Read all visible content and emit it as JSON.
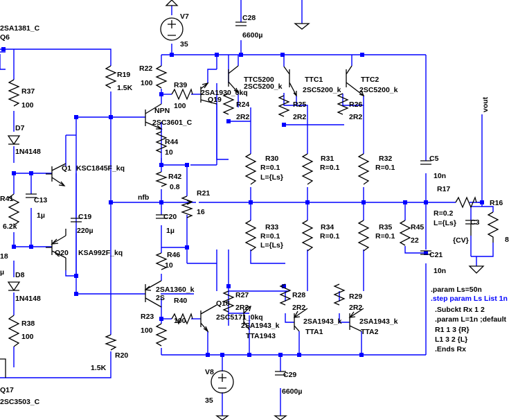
{
  "labels": {
    "q6_model": "2SA1381_C",
    "q6_ref": "Q6",
    "v7": "V7",
    "v7_value": "35",
    "c28": "C28",
    "c28_value": "6600µ",
    "r22": "R22",
    "r22_value": "100",
    "r39": "R39",
    "r39_value": "100",
    "q19_model": "2SA1930_0kq",
    "q19": "Q19",
    "ttc5200": "TTC5200",
    "ttc5200_model": "2SC5200_k",
    "ttc1": "TTC1",
    "ttc1_model": "2SC5200_k",
    "ttc2": "TTC2",
    "ttc2_model": "2SC5200_k",
    "r24": "R24",
    "r24_value": "2R2",
    "r25": "R25",
    "r25_value": "2R2",
    "r26": "R26",
    "r26_value": "2R2",
    "vout": "vout",
    "r19": "R19",
    "r19_value": "1.5K",
    "r37": "R37",
    "r37_value": "100",
    "npn": "NPN",
    "npn_model": "2SC3601_C",
    "d7": "D7",
    "d7_model": "1N4148",
    "r44": "R44",
    "r44_value": "10",
    "q1": "Q1",
    "q1_model": "KSC1845F_kq",
    "r30": "R30",
    "r30_value": "R=0.1",
    "r30_l": "L={Ls}",
    "r31": "R31",
    "r31_value": "R=0.1",
    "r32": "R32",
    "r32_value": "R=0.1",
    "c5": "C5",
    "c5_value": "10n",
    "r42": "R42",
    "r42_value": "0.8",
    "r41": "R41",
    "r41_value": "6.2k",
    "c13": "C13",
    "c13_value": "1µ",
    "r21": "R21",
    "r21_value": "16",
    "r17": "R17",
    "r17_value": "R=0.2",
    "r17_l": "L={Ls}",
    "r16": "R16",
    "nfb": "nfb",
    "c19": "C19",
    "c19_value": "220µ",
    "c20": "C20",
    "c20_value": "1µ",
    "c3": "C3",
    "c3_value": "{CV}",
    "r16_value": "8",
    "r33": "R33",
    "r33_value": "R=0.1",
    "r33_l": "L={Ls}",
    "r34": "R34",
    "r34_value": "R=0.1",
    "r35": "R35",
    "r35_value": "R=0.1",
    "r45": "R45",
    "r45_value": "22",
    "r18_frag": "18",
    "mu_frag": "µ",
    "q20": "Q20",
    "q20_model": "KSA992F_kq",
    "r46": "R46",
    "r46_value": "10",
    "c21": "C21",
    "c21_value": "10n",
    "d8": "D8",
    "d8_model": "1N4148",
    "q2s_model": "2SA1360_k",
    "q2s": "2S",
    "r40": "R40",
    "r40_value": "100",
    "q18": "Q18",
    "q18_model": "2SC5171_0kq",
    "r27": "R27",
    "r27_value": "2R2",
    "r28": "R28",
    "r28_value": "2R2",
    "r29": "R29",
    "r29_value": "2R2",
    "r23": "R23",
    "r23_value": "100",
    "tta1943_model": "2SA1943_k",
    "tta1943": "TTA1943",
    "tta1_model": "2SA1943_k",
    "tta1": "TTA1",
    "tta2_model": "2SA1943_k",
    "tta2": "TTA2",
    "r38": "R38",
    "r38_value": "100",
    "r20": "R20",
    "r20_value": "1.5K",
    "v8": "V8",
    "v8_value": "35",
    "c29": "C29",
    "c29_value": "6600µ",
    "q17": "Q17",
    "q17_model": "2SC3503_C"
  },
  "directives": {
    "param": ".param Ls=50n",
    "step": ".step param Ls List 1n",
    "subckt": ".Subckt Rx 1 2",
    "l_default": ".param L=1n ;default",
    "r1": "R1 1 3 {R}",
    "l1": "L1 3 2 {L}",
    "ends": ".Ends Rx"
  },
  "colors": {
    "wire": "#0000ff",
    "component": "#000000",
    "directive_active": "#0000ff",
    "background": "#ffffff"
  }
}
